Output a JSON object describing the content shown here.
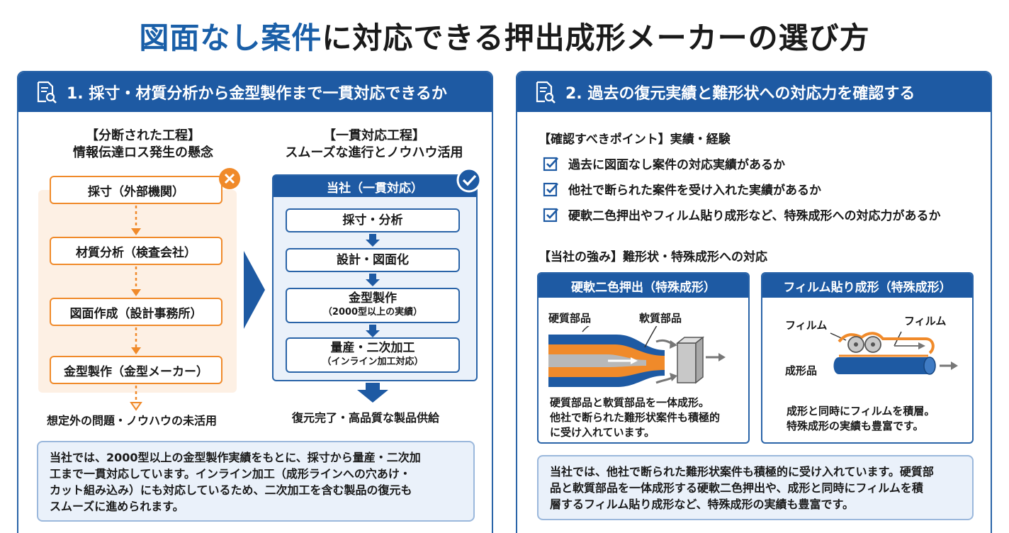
{
  "title": {
    "highlight": "図面なし案件",
    "rest": "に対応できる押出成形メーカーの選び方"
  },
  "left_panel": {
    "heading": "1. 採寸・材質分析から金型製作まで一貫対応できるか",
    "left_col": {
      "title1": "【分断された工程】",
      "title2": "情報伝達ロス発生の懸念",
      "steps": [
        "採寸（外部機関）",
        "材質分析（検査会社）",
        "図面作成（設計事務所）",
        "金型製作（金型メーカー）"
      ],
      "outcome": "想定外の問題・ノウハウの未活用"
    },
    "right_col": {
      "title1": "【一貫対応工程】",
      "title2": "スムーズな進行とノウハウ活用",
      "box_head": "当社（一貫対応）",
      "steps": [
        {
          "label": "採寸・分析",
          "sub": ""
        },
        {
          "label": "設計・図面化",
          "sub": ""
        },
        {
          "label": "金型製作",
          "sub": "（2000型以上の実績）"
        },
        {
          "label": "量産・二次加工",
          "sub": "（インライン加工対応）"
        }
      ],
      "outcome": "復元完了・高品質な製品供給"
    },
    "description": [
      "当社では、2000型以上の金型製作実績をもとに、採寸から量産・二次加",
      "工まで一貫対応しています。インライン加工（成形ラインへの穴あけ・",
      "カット組み込み）にも対応しているため、二次加工を含む製品の復元も",
      "スムーズに進められます。"
    ]
  },
  "right_panel": {
    "heading": "2. 過去の復元実績と難形状への対応力を確認する",
    "check_title": "【確認すべきポイント】実績・経験",
    "checks": [
      "過去に図面なし案件の対応実績があるか",
      "他社で断られた案件を受け入れた実績があるか",
      "硬軟二色押出やフィルム貼り成形など、特殊成形への対応力があるか"
    ],
    "strength_title": "【当社の強み】難形状・特殊成形への対応",
    "feature1": {
      "head": "硬軟二色押出（特殊成形）",
      "label_hard": "硬質部品",
      "label_soft": "軟質部品",
      "desc": [
        "硬質部品と軟質部品を一体成形。",
        "他社で断られた難形状案件も積極的",
        "に受け入れています。"
      ]
    },
    "feature2": {
      "head": "フィルム貼り成形（特殊成形）",
      "label_film_left": "フィルム",
      "label_film_right": "フィルム",
      "label_product": "成形品",
      "desc": [
        "成形と同時にフィルムを積層。",
        "特殊成形の実績も豊富です。"
      ]
    },
    "description": [
      "当社では、他社で断られた難形状案件も積極的に受け入れています。硬質部",
      "品と軟質部品を一体成形する硬軟二色押出や、成形と同時にフィルムを積",
      "層するフィルム貼り成形など、特殊成形の実績も豊富です。"
    ]
  },
  "colors": {
    "blue": "#1e5aa3",
    "orange": "#f08a2a",
    "light_orange": "#fdf0e4",
    "light_blue": "#eaf1fa"
  }
}
